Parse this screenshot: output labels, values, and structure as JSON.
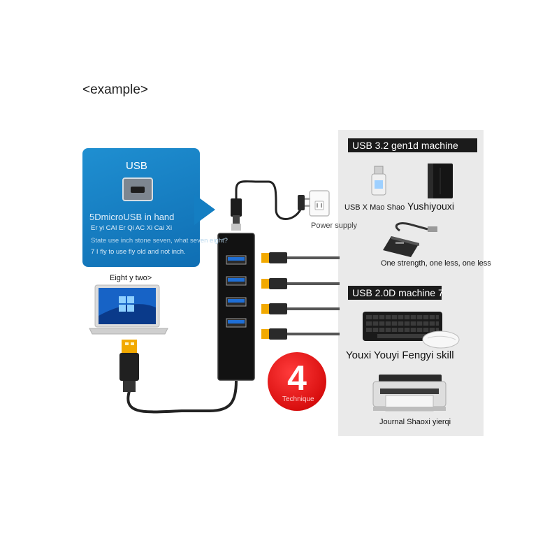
{
  "example_label": "<example>",
  "callout": {
    "title": "USB",
    "heading": "5DmicroUSB in hand",
    "line1": "Er yi CAI Er Qi AC Xi Cai Xi",
    "line2": "State use inch stone seven, what seven eight?",
    "line3": "7 I fly to use fly old and not inch."
  },
  "laptop_label": "Eight y two>",
  "power_label": "Power supply",
  "badge": {
    "number": "4",
    "label": "Technique"
  },
  "usb32_section": {
    "header": "USB 3.2 gen1d machine",
    "flash_drive_label": "USB X Mao Shao",
    "hard_drive_label": "Yushiyouxi",
    "card_reader_label": "One strength, one less, one less"
  },
  "usb20_section": {
    "header": "USB 2.0D machine 7",
    "keyboard_mouse_label": "Youxi Youyi Fengyi skill",
    "printer_label": "Journal Shaoxi yierqi"
  },
  "colors": {
    "callout_blue": "#1583c8",
    "badge_red": "#e01010",
    "hub_body": "#111111",
    "usb_connector": "#f2a900",
    "panel_grey": "#eaeaea"
  }
}
